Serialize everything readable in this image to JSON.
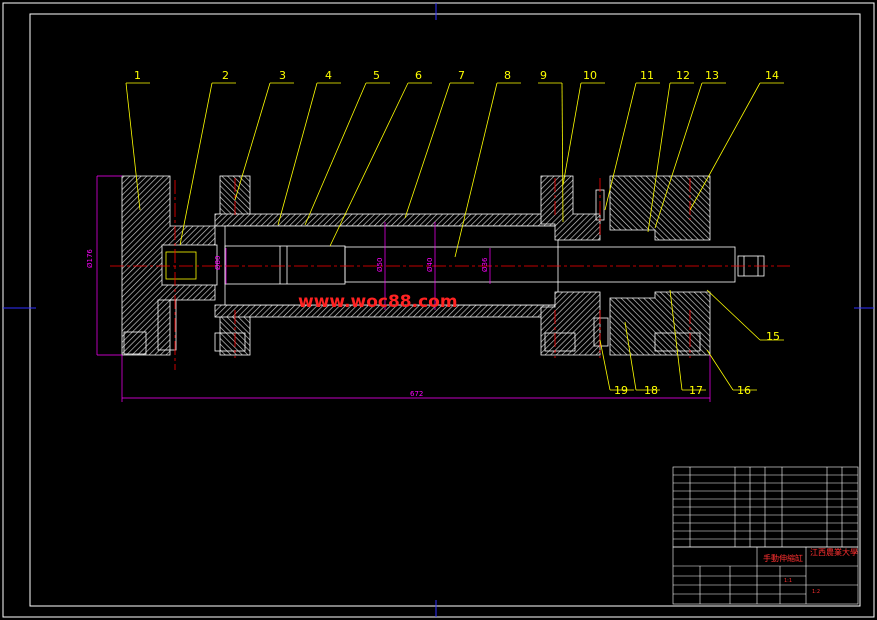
{
  "drawing": {
    "part_labels": [
      "1",
      "2",
      "3",
      "4",
      "5",
      "6",
      "7",
      "8",
      "9",
      "10",
      "11",
      "12",
      "13",
      "14",
      "15",
      "16",
      "17",
      "18",
      "19"
    ],
    "dimensions": {
      "total_length": "672",
      "outer_diameter": "Ø176",
      "bore_1": "Ø80",
      "bore_2": "Ø50",
      "bore_3": "Ø40",
      "rod": "Ø36"
    },
    "watermark": "www.woc88.com",
    "colors": {
      "background": "#000000",
      "frame": "#ffffff",
      "outline": "#ffffff",
      "hatch": "#cccccc",
      "leader": "#ffff00",
      "centerline": "#ff0000",
      "dimension": "#ff00ff",
      "title_text": "#ff3030"
    }
  },
  "title_block": {
    "drawing_title": "手動伸縮缸",
    "organization": "江西農業大學",
    "scale": "1:1",
    "sheet": "1:2"
  }
}
